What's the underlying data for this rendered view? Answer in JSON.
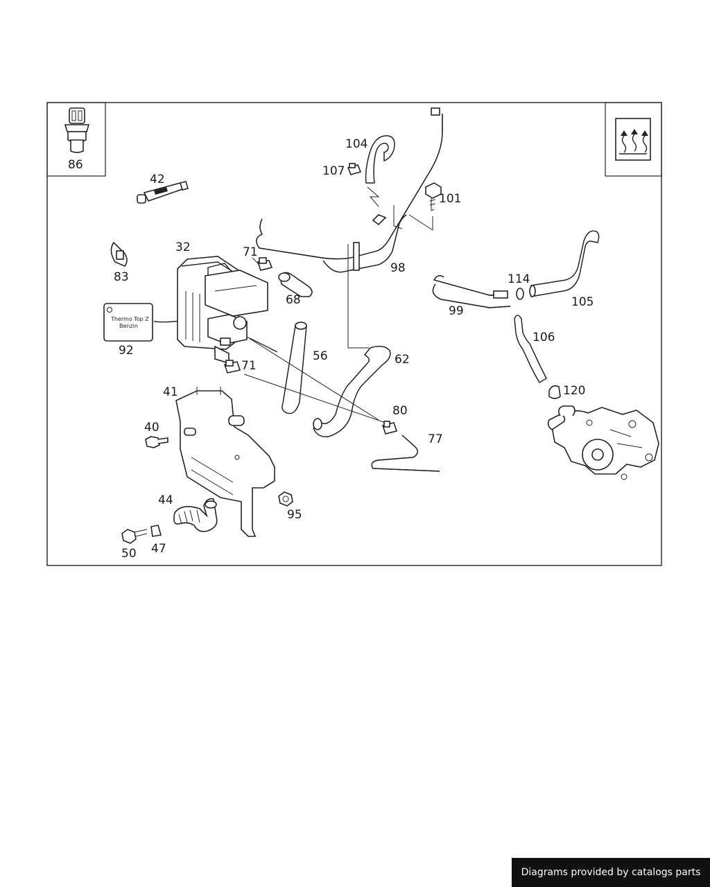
{
  "diagram": {
    "labels": {
      "p86": "86",
      "p42": "42",
      "p83": "83",
      "p32": "32",
      "p92": "92",
      "p71a": "71",
      "p68": "68",
      "p71b": "71",
      "p56": "56",
      "p62": "62",
      "p41": "41",
      "p40": "40",
      "p44": "44",
      "p50": "50",
      "p47": "47",
      "p95": "95",
      "p80": "80",
      "p77": "77",
      "p104": "104",
      "p107": "107",
      "p101": "101",
      "p98": "98",
      "p99": "99",
      "p114": "114",
      "p105": "105",
      "p106": "106",
      "p120": "120"
    },
    "sticker": {
      "line1": "Thermo Top Z",
      "line2": "Benzin"
    },
    "heat_icon": "heat-symbol-icon"
  },
  "footer": {
    "credit": "Diagrams provided by catalogs parts"
  }
}
